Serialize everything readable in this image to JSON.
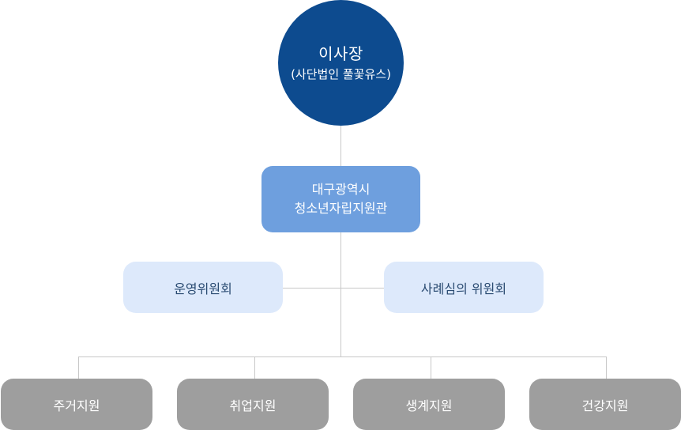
{
  "colors": {
    "chair": "#0d4b8f",
    "center": "#6e9fde",
    "committee": "#dde9fb",
    "support": "#9e9e9e",
    "connector": "#c8c8c8"
  },
  "chairman": {
    "title": "이사장",
    "subtitle": "(사단법인 풀꽃유스)"
  },
  "center": {
    "line1": "대구광역시",
    "line2": "청소년자립지원관"
  },
  "committees": {
    "left": "운영위원회",
    "right": "사례심의 위원회"
  },
  "support": {
    "items": [
      "주거지원",
      "취업지원",
      "생계지원",
      "건강지원"
    ]
  }
}
